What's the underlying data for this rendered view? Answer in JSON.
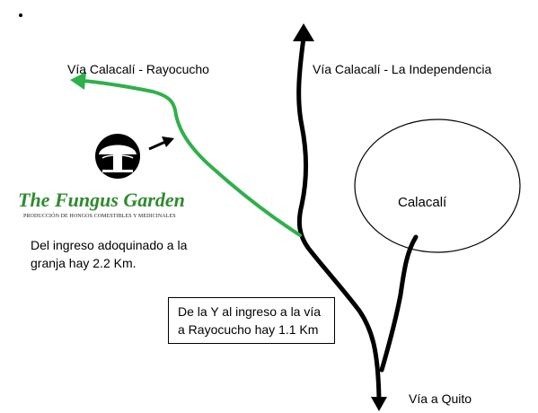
{
  "map": {
    "routes": {
      "rayocucho": "Vía Calacalí - Rayocucho",
      "independencia": "Vía Calacalí - La Independencia",
      "quito": "Vía a Quito"
    },
    "town": "Calacalí",
    "note": {
      "line1": "Del ingreso adoquinado a la",
      "line2": "granja hay 2.2 Km."
    },
    "info_box": {
      "line1": "De la Y al ingreso a la vía",
      "line2": "a Rayocucho  hay 1.1 Km"
    },
    "brand": {
      "name": "The Fungus Garden",
      "tagline": "PRODUCCIÓN DE HONGOS COMESTIBLES Y MEDICINALES"
    },
    "colors": {
      "green_route": "#2fb04a",
      "main_road": "#000000",
      "brand_green": "#2e8b2e"
    },
    "icons": [
      "mushroom-logo-icon",
      "pointer-arrow-icon",
      "road-arrow-icon"
    ]
  }
}
